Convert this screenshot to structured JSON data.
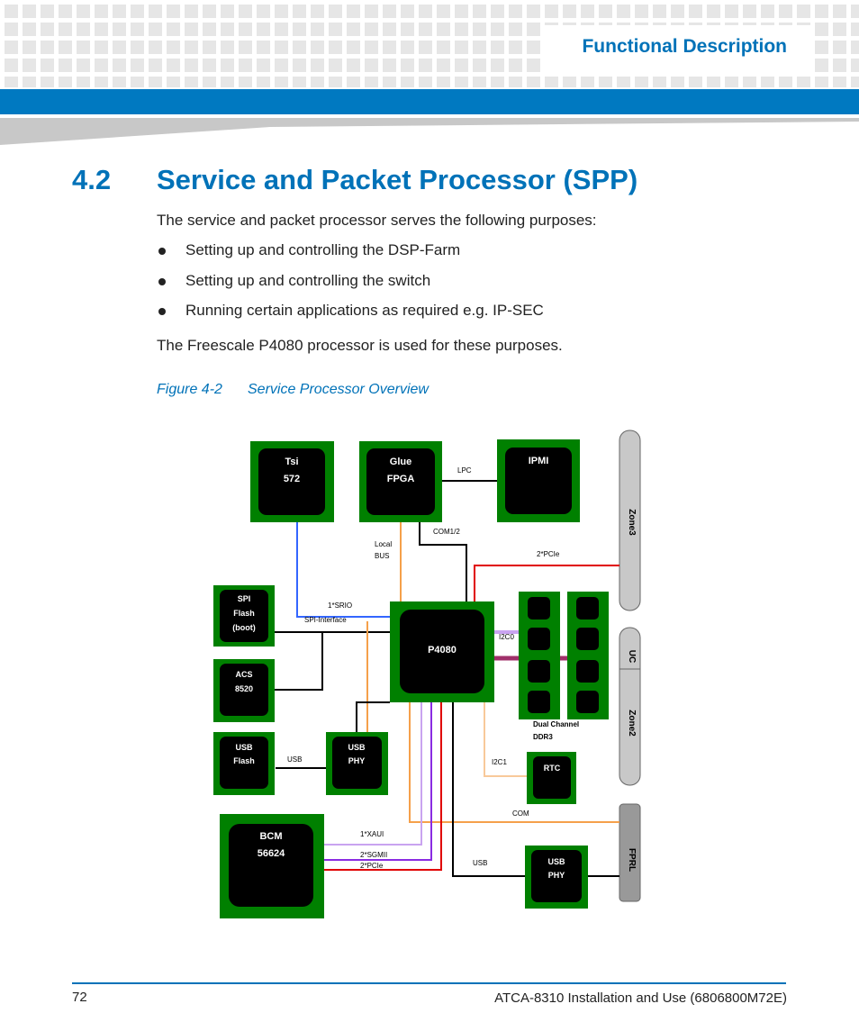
{
  "header": {
    "section_title": "Functional Description",
    "colors": {
      "accent": "#0072b8",
      "band": "#0079c1"
    }
  },
  "heading": {
    "number": "4.2",
    "title": "Service and Packet Processor (SPP)"
  },
  "body": {
    "intro": "The service and packet processor serves the following purposes:",
    "bullets": [
      "Setting up and controlling the DSP-Farm",
      "Setting up and controlling the switch",
      "Running certain applications as required e.g. IP-SEC"
    ],
    "closing": "The Freescale P4080 processor is used for these purposes."
  },
  "figure": {
    "label": "Figure 4-2",
    "caption": "Service Processor Overview",
    "chips": {
      "tsi": [
        "Tsi",
        "572"
      ],
      "glue": [
        "Glue",
        "FPGA"
      ],
      "ipmi": "IPMI",
      "spi": [
        "SPI",
        "Flash",
        "(boot)"
      ],
      "acs": [
        "ACS",
        "8520"
      ],
      "usb_flash": [
        "USB",
        "Flash"
      ],
      "usb_phy_1": [
        "USB",
        "PHY"
      ],
      "p4080": "P4080",
      "bcm": [
        "BCM",
        "56624"
      ],
      "rtc": "RTC",
      "usb_phy_2": [
        "USB",
        "PHY"
      ],
      "ddr": [
        "Dual Channel",
        "DDR3"
      ]
    },
    "connectors": {
      "zone3": "Zone3",
      "uc": "UC",
      "zone2": "Zone2",
      "fprl": "FPRL"
    },
    "signals": {
      "lpc": "LPC",
      "com12": "COM1/2",
      "local_bus": [
        "Local",
        "BUS"
      ],
      "pcie_2_top": "2*PCIe",
      "srio": "1*SRIO",
      "spi_interface": "SPI-Interface",
      "i2c0": "I2C0",
      "usb_left": "USB",
      "i2c1": "I2C1",
      "com": "COM",
      "xaui": "1*XAUI",
      "sgmii": "2*SGMII",
      "pcie_2_bottom": "2*PCIe",
      "usb_bottom": "USB"
    },
    "colors": {
      "chip_green": "#008000",
      "chip_black": "#000000",
      "connector_grey": "#c8c8c8",
      "fprl_grey": "#999999",
      "srio_blue": "#3366ff",
      "orange": "#f5a04a",
      "red": "#e00000",
      "lavender": "#c9a3f0",
      "purple": "#8a2be2",
      "dark_purple": "#6a0080",
      "maroon": "#a0306a",
      "light_orange": "#f8c99a",
      "dark_red": "#b00000"
    }
  },
  "footer": {
    "page": "72",
    "doc": "ATCA-8310 Installation and Use (6806800M72E)"
  }
}
